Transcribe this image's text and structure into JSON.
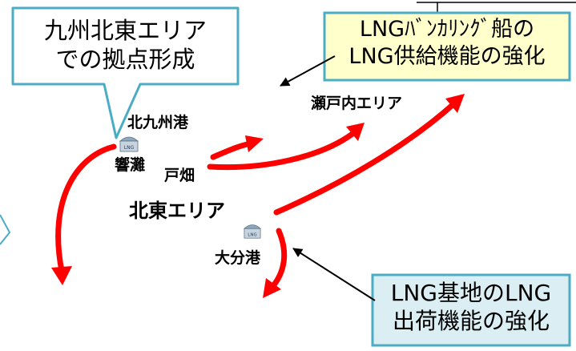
{
  "callouts": {
    "kyushu": {
      "line1": "九州北東エリア",
      "line2": "での拠点形成"
    },
    "bunkering": {
      "line1": "LNGﾊﾞﾝｶﾘﾝｸﾞ船の",
      "line2": "LNG供給機能の強化"
    },
    "base": {
      "line1": "LNG基地のLNG",
      "line2": "出荷機能の強化"
    }
  },
  "labels": {
    "kitakyushu_port": "北九州港",
    "hibikinada": "響灘",
    "tobata": "戸畑",
    "northeast_area": "北東エリア",
    "oita_port": "大分港",
    "setouchi_area": "瀬戸内エリア"
  },
  "icons": {
    "tank_label": "LNG"
  },
  "colors": {
    "callout_border": "#4bacc6",
    "callout_fill_light": "#ffffff",
    "callout_fill_yellow": "#ffffcc",
    "callout_fill_blue": "#daeef3",
    "flow_arrow": "#ff0000",
    "pointer_arrow": "#000000"
  }
}
